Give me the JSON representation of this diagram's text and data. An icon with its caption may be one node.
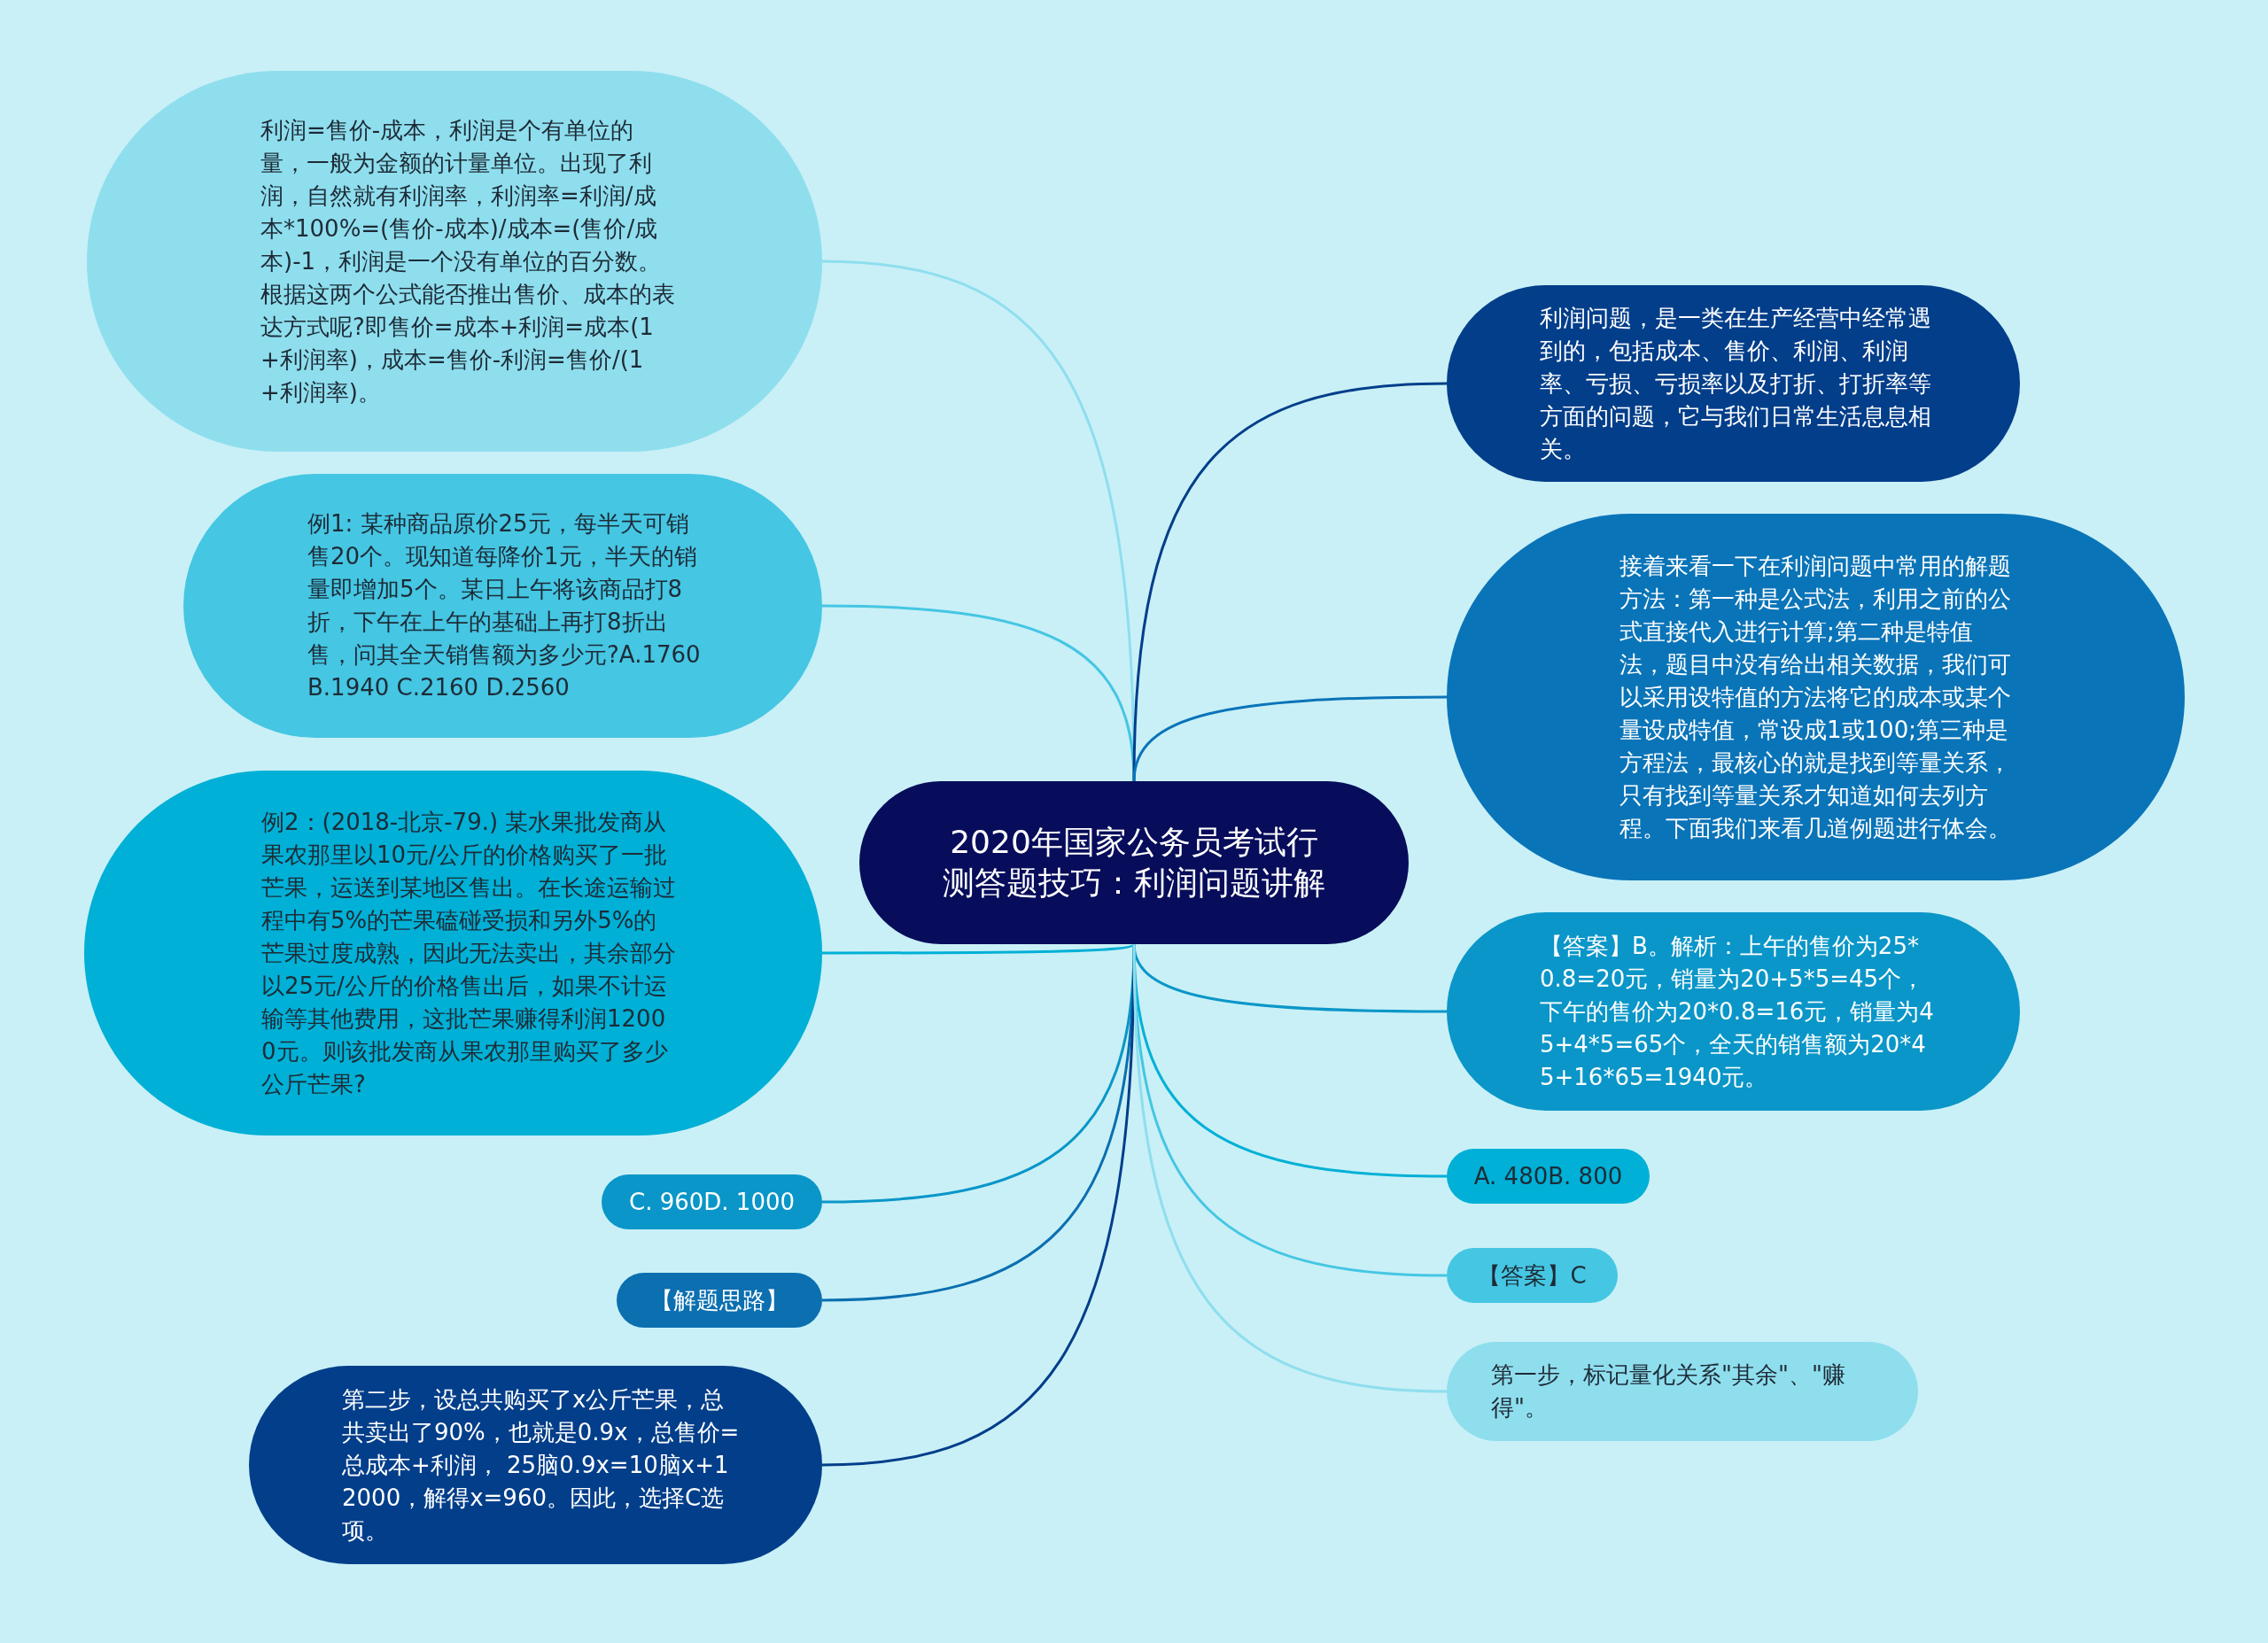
{
  "diagram": {
    "nodes": [
      {
        "text": [
          "2020年国家公务员考试行测答题技巧：利润问题讲解"
        ]
      },
      {
        "text": [
          "利润=售价-成本，利润是个有单位的量，一般为金额的计量单位。出现了利润，自然就有利润率，利润率=利润/成本*100%=(售价-成本)/成本=(售价/成本)-1，利润是一个没有单位的百分数。根据这两个公式能否推出售价、成本的表达方式呢?即售价=成本+利润=成本(1+利润率)，成本=售价-利润=售价/(1+利润率)。"
        ]
      },
      {
        "text": [
          "例1: 某种商品原价25元，每半天可销售20个。现知道每降价1元，半天的销量即增加5个。某日上午将该商品打8折，下午在上午的基础上再打8折出售，问其全天销售额为多少元?A.1760 B.1940 C.2160 D.2560"
        ]
      },
      {
        "text": [
          "例2：(2018-北京-79.) 某水果批发商从果农那里以10元/公斤的价格购买了一批芒果，运送到某地区售出。在长途运输过程中有5%的芒果磕碰受损和另外5%的芒果过度成熟，因此无法卖出，其余部分以25元/公斤的价格售出后，如果不计运输等其他费用，这批芒果赚得利润12000元。则该批发商从果农那里购买了多少公斤芒果?"
        ]
      },
      {
        "text": [
          "C. 960D. 1000"
        ]
      },
      {
        "text": [
          "【解题思路】"
        ]
      },
      {
        "text": [
          "第二步，设总共购买了x公斤芒果，总共卖出了90%，也就是0.9x，总售价=总成本+利润， 25脑0.9x=10脑x+12000，解得x=960。因此，选择C选项。"
        ]
      },
      {
        "text": [
          "利润问题，是一类在生产经营中经常遇到的，包括成本、售价、利润、利润率、亏损、亏损率以及打折、打折率等方面的问题，它与我们日常生活息息相关。"
        ]
      },
      {
        "text": [
          "接着来看一下在利润问题中常用的解题方法：第一种是公式法，利用之前的公式直接代入进行计算;第二种是特值法，题目中没有给出相关数据，我们可以采用设特值的方法将它的成本或某个量设成特值，常设成1或100;第三种是方程法，最核心的就是找到等量关系，只有找到等量关系才知道如何去列方程。下面我们来看几道例题进行体会。"
        ]
      },
      {
        "text": [
          "【答案】B。解析：上午的售价为25*0.8=20元，销量为20+5*5=45个，下午的售价为20*0.8=16元，销量为45+4*5=65个，全天的销售额为20*45+16*65=1940元。"
        ]
      },
      {
        "text": [
          "A. 480B. 800"
        ]
      },
      {
        "text": [
          "【答案】C"
        ]
      },
      {
        "text": [
          "第一步，标记量化关系\"其余\"、\"赚得\"。"
        ]
      }
    ],
    "edges": [
      {
        "from": 0,
        "to": 1,
        "arrow": "none",
        "color": "#8fdeee"
      },
      {
        "from": 0,
        "to": 2,
        "arrow": "none",
        "color": "#45c6e3"
      },
      {
        "from": 0,
        "to": 3,
        "arrow": "none",
        "color": "#00b0d6"
      },
      {
        "from": 0,
        "to": 4,
        "arrow": "none",
        "color": "#0a96c8"
      },
      {
        "from": 0,
        "to": 5,
        "arrow": "none",
        "color": "#0b6fb0"
      },
      {
        "from": 0,
        "to": 6,
        "arrow": "none",
        "color": "#023e8a"
      },
      {
        "from": 0,
        "to": 7,
        "arrow": "none",
        "color": "#023e8a"
      },
      {
        "from": 0,
        "to": 8,
        "arrow": "none",
        "color": "#0a74b8"
      },
      {
        "from": 0,
        "to": 9,
        "arrow": "none",
        "color": "#0a96c8"
      },
      {
        "from": 0,
        "to": 10,
        "arrow": "none",
        "color": "#00b0d6"
      },
      {
        "from": 0,
        "to": 11,
        "arrow": "none",
        "color": "#45c6e3"
      },
      {
        "from": 0,
        "to": 12,
        "arrow": "none",
        "color": "#8fdeee"
      }
    ]
  }
}
